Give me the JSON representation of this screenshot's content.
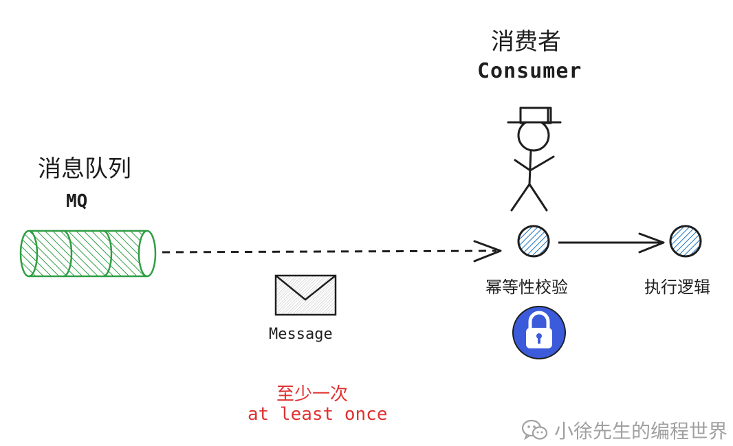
{
  "mq": {
    "title": "消息队列",
    "subtitle": "MQ"
  },
  "consumer": {
    "title": "消费者",
    "subtitle": "Consumer"
  },
  "message": {
    "label": "Message"
  },
  "steps": {
    "idempotency": "幂等性校验",
    "execute": "执行逻辑"
  },
  "delivery": {
    "cn": "至少一次",
    "en": "at least once"
  },
  "watermark": {
    "text": "小徐先生的编程世界",
    "icon": "wechat-icon"
  },
  "colors": {
    "queue": "#2f9e44",
    "node": "#1971c2",
    "lock": "#3b5bdb",
    "accent": "#e03131"
  },
  "icons": [
    "stick-figure-icon",
    "envelope-icon",
    "lock-icon",
    "wechat-icon"
  ]
}
